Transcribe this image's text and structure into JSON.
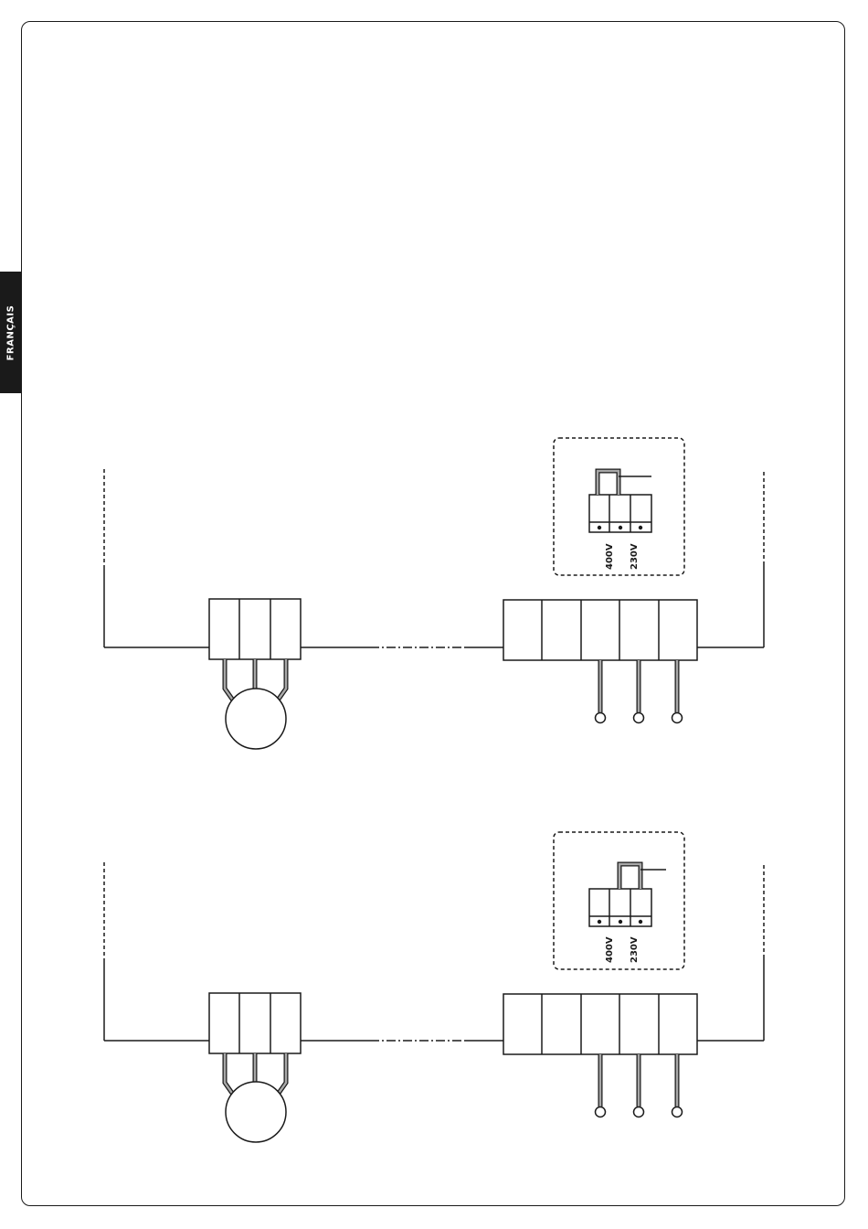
{
  "side_tab": {
    "label": "FRANÇAIS"
  },
  "selectors": [
    {
      "labels": [
        "400V",
        "230V"
      ]
    },
    {
      "labels": [
        "400V",
        "230V"
      ]
    }
  ]
}
